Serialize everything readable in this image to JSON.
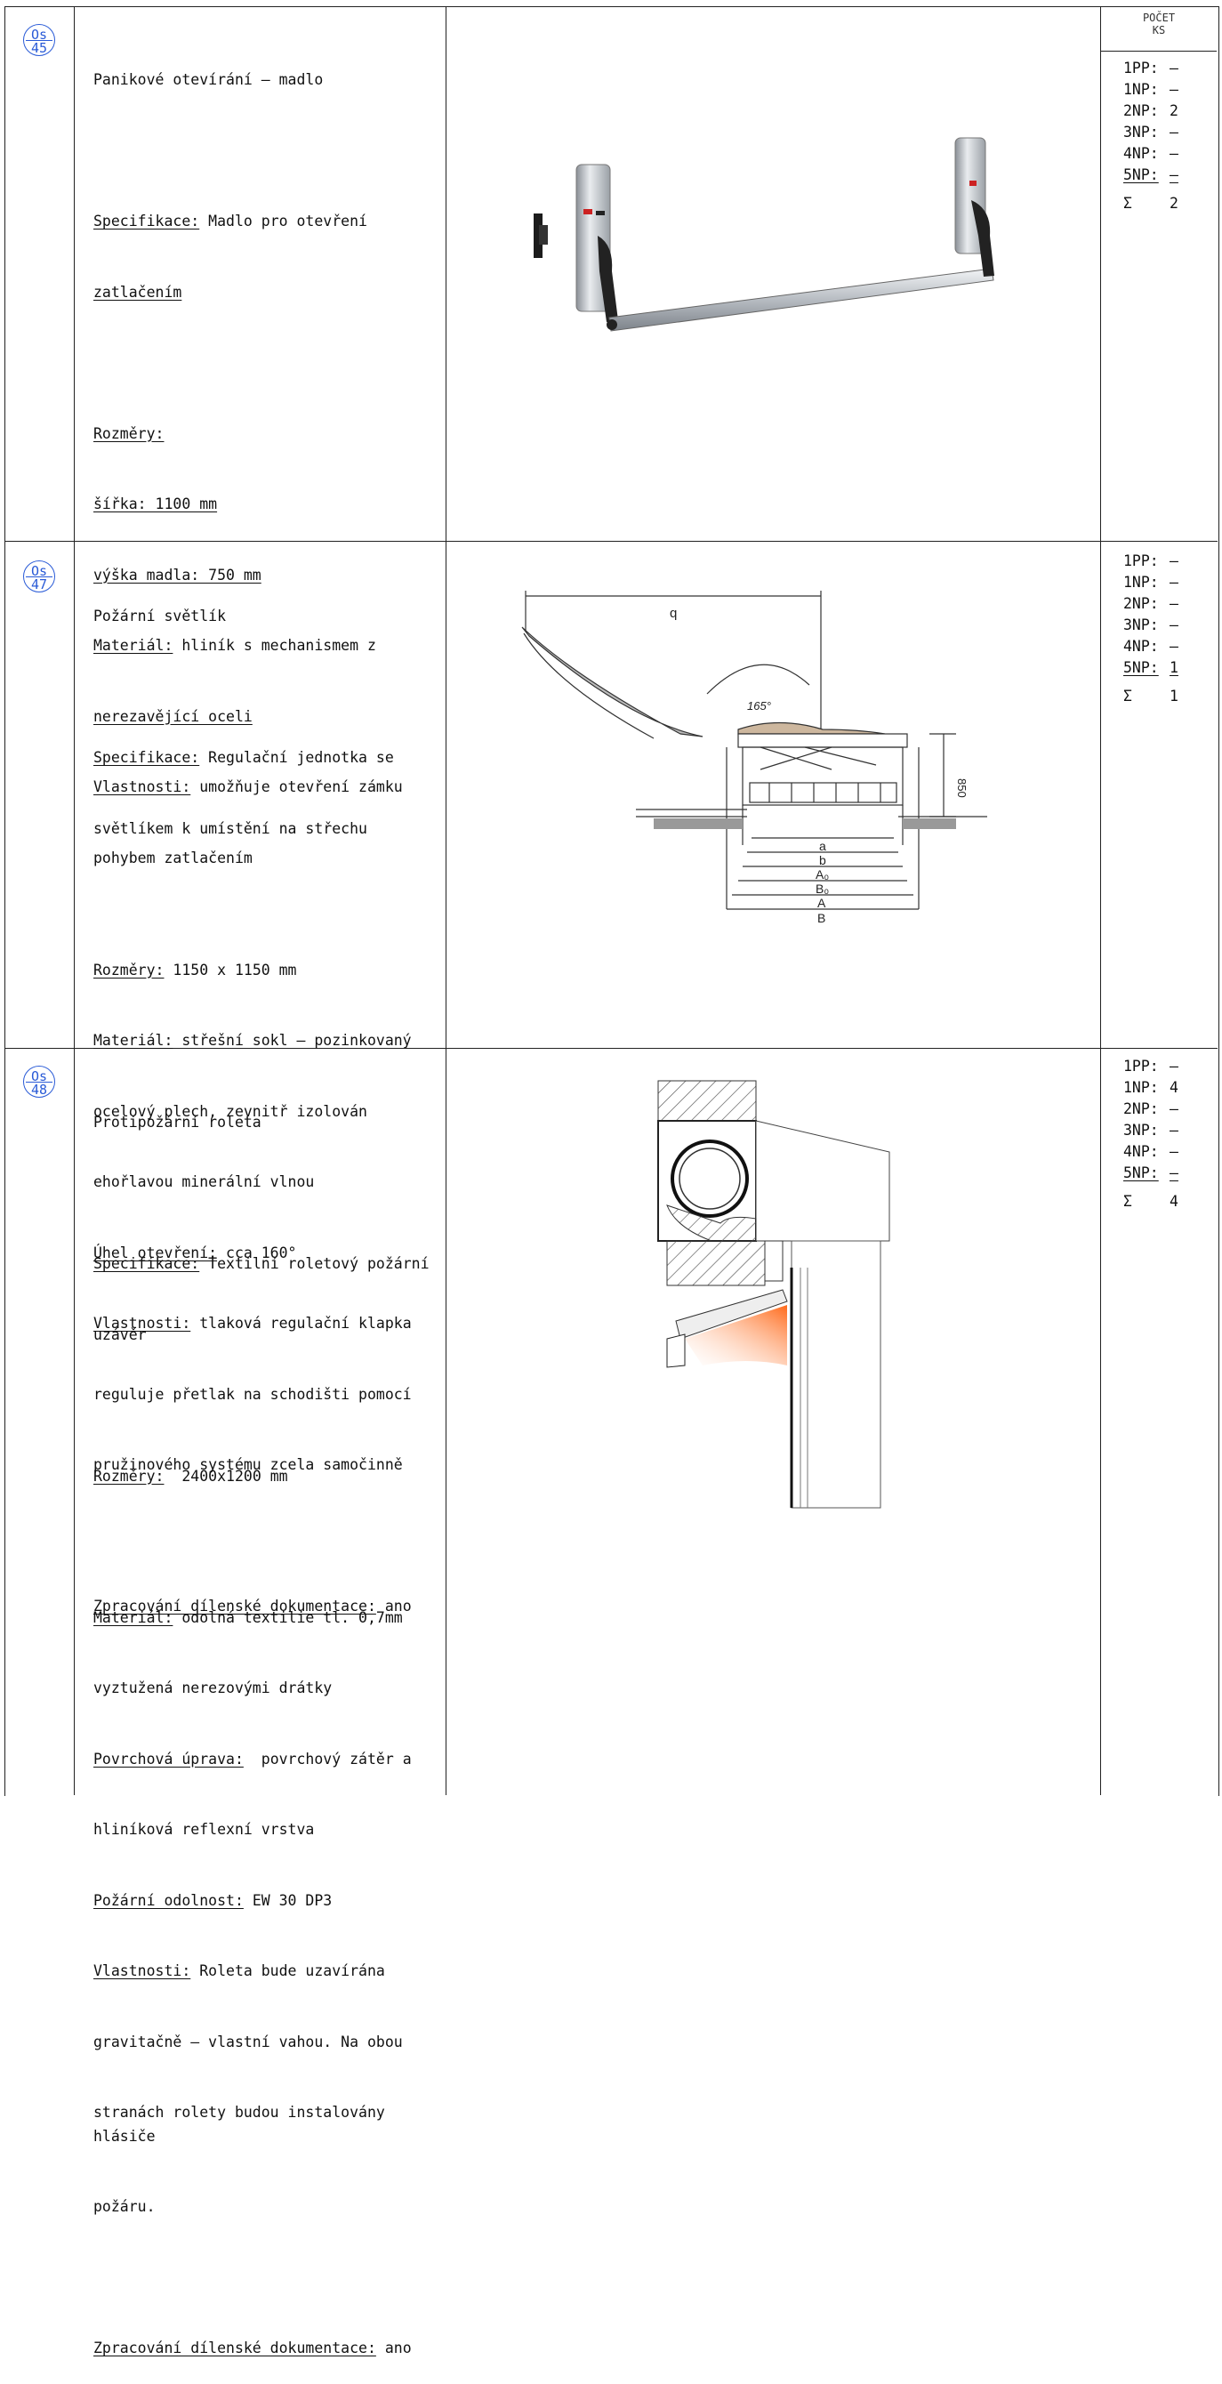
{
  "header": {
    "count_title_line1": "POČET",
    "count_title_line2": "KS"
  },
  "items": [
    {
      "code_top": "Os",
      "code_bottom": "45",
      "title": "Panikové otevírání – madlo",
      "spec_label": "Specifikace:",
      "spec_text_1": " Madlo pro otevření",
      "spec_text_2": "zatlačením",
      "dims_label": "Rozměry:",
      "dims_1": "šířka: 1100 mm",
      "dims_2": "výška madla: 750 mm",
      "material_label": "Materiál:",
      "material_text_1": " hliník s mechanismem z",
      "material_text_2": "nerezavějící oceli",
      "props_label": "Vlastnosti:",
      "props_text_1": " umožňuje otevření zámku",
      "props_text_2": "pohybem zatlačením",
      "counts": [
        {
          "floor": "1PP:",
          "value": "–"
        },
        {
          "floor": "1NP:",
          "value": "–"
        },
        {
          "floor": "2NP:",
          "value": "2"
        },
        {
          "floor": "3NP:",
          "value": "–"
        },
        {
          "floor": "4NP:",
          "value": "–"
        },
        {
          "floor": "5NP:",
          "value": "–"
        }
      ],
      "sum_symbol": "Σ",
      "sum_value": "2"
    },
    {
      "code_top": "Os",
      "code_bottom": "47",
      "title": "Požární světlík",
      "spec_label": "Specifikace:",
      "spec_text_1": " Regulační jednotka se",
      "spec_text_2": "světlíkem k umístění na střechu",
      "dims_label": "Rozměry:",
      "dims_text": " 1150 x 1150 mm",
      "material_label": "Materiál:",
      "material_text_1": " střešní sokl – pozinkovaný",
      "material_text_2": "ocelový plech, zevnitř izolován",
      "material_text_3": "ehořlavou minerální vlnou",
      "angle_label": "Úhel otevření:",
      "angle_text": " cca 160°",
      "props_label": "Vlastnosti:",
      "props_text_1": " tlaková regulační klapka",
      "props_text_2": "reguluje přetlak na schodišti pomocí",
      "props_text_3": "pružinového systému zcela samočinně",
      "doc_label": "Zpracování dílenské dokumentace:",
      "doc_text": " ano",
      "diagram": {
        "q": "q",
        "angle": "165°",
        "height": "850",
        "a": "a",
        "b": "b",
        "A0": "A₀",
        "B0": "B₀",
        "A": "A",
        "B": "B"
      },
      "counts": [
        {
          "floor": "1PP:",
          "value": "–"
        },
        {
          "floor": "1NP:",
          "value": "–"
        },
        {
          "floor": "2NP:",
          "value": "–"
        },
        {
          "floor": "3NP:",
          "value": "–"
        },
        {
          "floor": "4NP:",
          "value": "–"
        },
        {
          "floor": "5NP:",
          "value": "1"
        }
      ],
      "sum_symbol": "Σ",
      "sum_value": "1"
    },
    {
      "code_top": "Os",
      "code_bottom": "48",
      "title": "Protipožární roleta",
      "spec_label": "Specifikace:",
      "spec_text_1": " Textilní roletový požární",
      "spec_text_2": "uzávěr",
      "dims_label": "Rozměry:",
      "dims_text": "  2400x1200 mm",
      "material_label": "Materiál:",
      "material_text_1": " odolná textilie tl. 0,7mm",
      "material_text_2": "vyztužená nerezovými drátky",
      "surface_label": "Povrchová úprava:",
      "surface_text_1": "  povrchový zátěr a",
      "surface_text_2": "hliníková reflexní vrstva",
      "fire_label": "Požární odolnost:",
      "fire_text": " EW 30 DP3",
      "props_label": "Vlastnosti:",
      "props_text_1": " Roleta bude uzavírána",
      "props_text_2": "gravitačně – vlastní vahou. Na obou",
      "props_text_3": "stranách rolety budou instalovány hlásiče",
      "props_text_4": "požáru.",
      "doc_label": "Zpracování dílenské dokumentace:",
      "doc_text": " ano",
      "counts": [
        {
          "floor": "1PP:",
          "value": "–"
        },
        {
          "floor": "1NP:",
          "value": "4"
        },
        {
          "floor": "2NP:",
          "value": "–"
        },
        {
          "floor": "3NP:",
          "value": "–"
        },
        {
          "floor": "4NP:",
          "value": "–"
        },
        {
          "floor": "5NP:",
          "value": "–"
        }
      ],
      "sum_symbol": "Σ",
      "sum_value": "4"
    }
  ]
}
